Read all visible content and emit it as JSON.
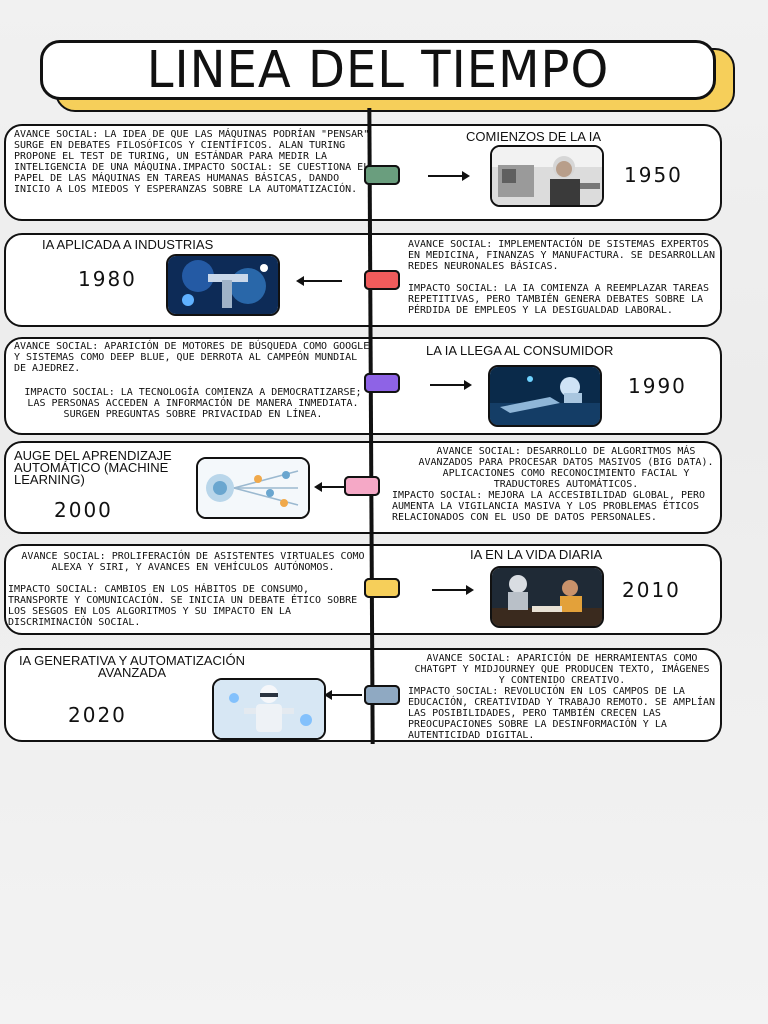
{
  "title": "LINEA DEL TIEMPO",
  "accent_colors": {
    "title_shadow": "#f6cf5a"
  },
  "events": [
    {
      "year": "1950",
      "heading": "COMIENZOS DE LA IA",
      "text": "AVANCE SOCIAL: LA IDEA DE QUE LAS MÁQUINAS PODRÍAN \"PENSAR\" SURGE EN DEBATES FILOSÓFICOS Y CIENTÍFICOS. ALAN TURING PROPONE EL TEST DE TURING, UN ESTÁNDAR PARA MEDIR LA INTELIGENCIA DE UNA MÁQUINA.IMPACTO SOCIAL: SE CUESTIONA EL PAPEL DE LAS MÁQUINAS EN TAREAS HUMANAS BÁSICAS, DANDO INICIO A LOS MIEDOS Y ESPERANZAS SOBRE LA AUTOMATIZACIÓN.",
      "node_color": "#6a9e7e",
      "image": "elderly-man-with-robotic-arm"
    },
    {
      "year": "1980",
      "heading": "IA APLICADA A INDUSTRIAS",
      "text": "AVANCE SOCIAL: IMPLEMENTACIÓN DE SISTEMAS EXPERTOS EN MEDICINA, FINANZAS Y MANUFACTURA. SE DESARROLLAN REDES NEURONALES BÁSICAS.\n\nIMPACTO SOCIAL: LA IA COMIENZA A REEMPLAZAR TAREAS REPETITIVAS, PERO TAMBIÉN GENERA DEBATES SOBRE LA PÉRDIDA DE EMPLEOS Y LA DESIGUALDAD LABORAL.",
      "node_color": "#ef5b5b",
      "image": "industrial-robot-blue"
    },
    {
      "year": "1990",
      "heading": "LA IA LLEGA AL CONSUMIDOR",
      "text_a": "AVANCE SOCIAL: APARICIÓN DE MOTORES DE BÚSQUEDA COMO GOOGLE Y SISTEMAS COMO DEEP BLUE, QUE DERROTA AL CAMPEÓN MUNDIAL DE AJEDREZ.",
      "text_b": "IMPACTO SOCIAL: LA TECNOLOGÍA COMIENZA A DEMOCRATIZARSE; LAS PERSONAS ACCEDEN A INFORMACIÓN DE MANERA INMEDIATA. SURGEN PREGUNTAS SOBRE PRIVACIDAD EN LÍNEA.",
      "node_color": "#8e63e6",
      "image": "robot-hand-keyboard"
    },
    {
      "year": "2000",
      "heading": "AUGE DEL APRENDIZAJE AUTOMÁTICO (MACHINE LEARNING)",
      "text_a": "AVANCE SOCIAL: DESARROLLO DE ALGORITMOS MÁS AVANZADOS PARA PROCESAR DATOS MASIVOS (BIG DATA). APLICACIONES COMO RECONOCIMIENTO FACIAL Y TRADUCTORES AUTOMÁTICOS.",
      "text_b": "IMPACTO SOCIAL: MEJORA LA ACCESIBILIDAD GLOBAL, PERO AUMENTA LA VIGILANCIA MASIVA Y LOS PROBLEMAS ÉTICOS RELACIONADOS CON EL USO DE DATOS PERSONALES.",
      "node_color": "#f5a8c6",
      "image": "machine-learning-diagram"
    },
    {
      "year": "2010",
      "heading": "IA EN LA VIDA DIARIA",
      "text_a": "AVANCE SOCIAL: PROLIFERACIÓN DE ASISTENTES VIRTUALES COMO ALEXA Y SIRI, Y AVANCES EN VEHÍCULOS AUTÓNOMOS.",
      "text_b": "IMPACTO SOCIAL: CAMBIOS EN LOS HÁBITOS DE CONSUMO, TRANSPORTE Y COMUNICACIÓN. SE INICIA UN DEBATE ÉTICO SOBRE LOS SESGOS EN LOS ALGORITMOS Y SU IMPACTO EN LA DISCRIMINACIÓN SOCIAL.",
      "node_color": "#f6cf5a",
      "image": "robot-and-woman-at-table"
    },
    {
      "year": "2020",
      "heading": "IA GENERATIVA Y AUTOMATIZACIÓN AVANZADA",
      "text_a": "AVANCE SOCIAL: APARICIÓN DE HERRAMIENTAS COMO CHATGPT Y MIDJOURNEY QUE PRODUCEN TEXTO, IMÁGENES Y CONTENIDO CREATIVO.",
      "text_b": "IMPACTO SOCIAL: REVOLUCIÓN EN LOS CAMPOS DE LA EDUCACIÓN, CREATIVIDAD Y TRABAJO REMOTO. SE AMPLÍAN LAS POSIBILIDADES, PERO TAMBIÉN CRECEN LAS PREOCUPACIONES SOBRE LA DESINFORMACIÓN Y LA AUTENTICIDAD DIGITAL.",
      "node_color": "#8fa9c2",
      "image": "white-humanoid-robot"
    }
  ]
}
